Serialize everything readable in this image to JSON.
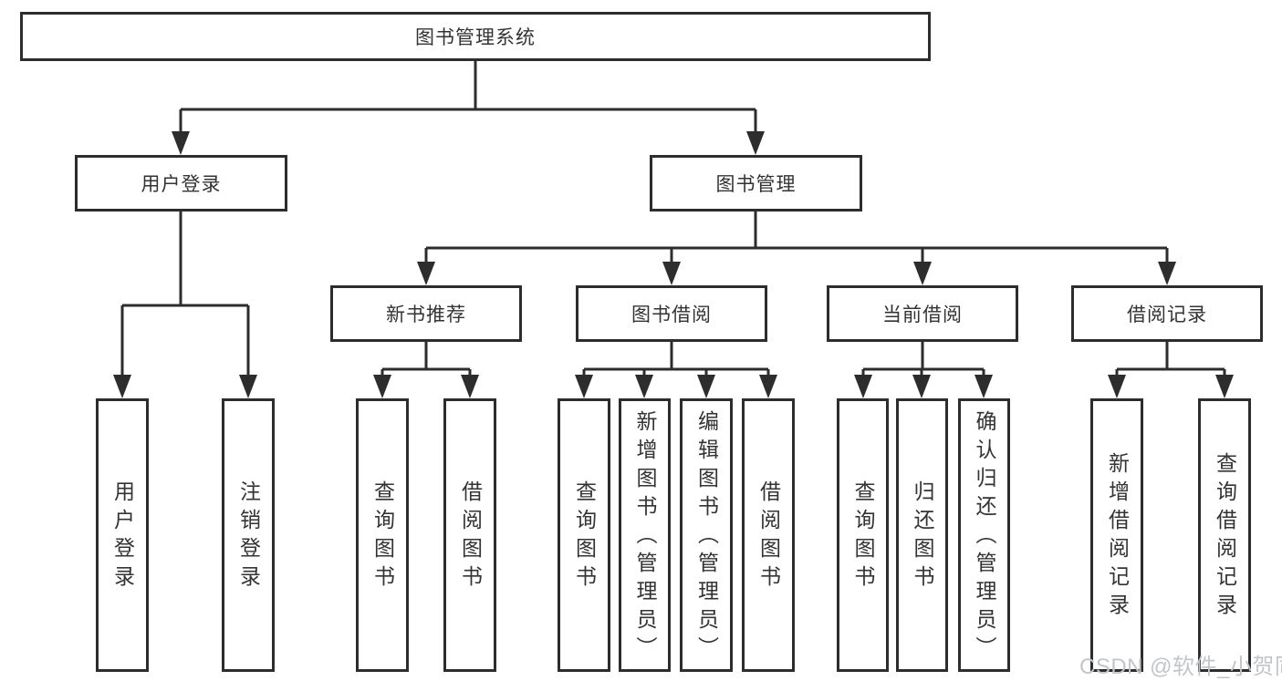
{
  "diagram": {
    "root": "图书管理系统",
    "user_login": {
      "label": "用户登录",
      "leaves": [
        "用户登录",
        "注销登录"
      ]
    },
    "book_management": {
      "label": "图书管理",
      "sections": [
        {
          "label": "新书推荐",
          "leaves": [
            "查询图书",
            "借阅图书"
          ]
        },
        {
          "label": "图书借阅",
          "leaves": [
            "查询图书",
            "新增图书（管理员）",
            "编辑图书（管理员）",
            "借阅图书"
          ]
        },
        {
          "label": "当前借阅",
          "leaves": [
            "查询图书",
            "归还图书",
            "确认归还（管理员）"
          ]
        },
        {
          "label": "借阅记录",
          "leaves": [
            "新增借阅记录",
            "查询借阅记录"
          ]
        }
      ]
    }
  },
  "watermark": "CSDN @软件_小贺同学",
  "colors": {
    "line": "#2d2d2d",
    "text": "#333333",
    "background": "#ffffff",
    "watermark_text": "#c2c5c9"
  }
}
